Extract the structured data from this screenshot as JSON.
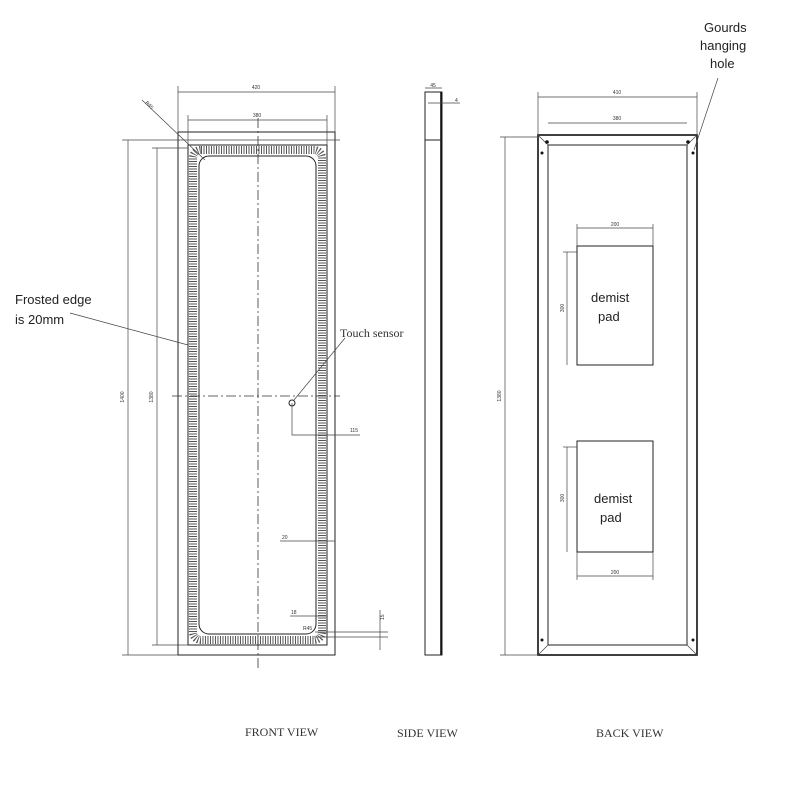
{
  "annotations": {
    "frosted_edge_line1": "Frosted edge",
    "frosted_edge_line2": "is 20mm",
    "touch_sensor": "Touch sensor",
    "gourds_line1": "Gourds",
    "gourds_line2": "hanging",
    "gourds_line3": "hole",
    "demist_pad": "demist",
    "demist_pad2": "pad"
  },
  "views": {
    "front": "FRONT VIEW",
    "side": "SIDE VIEW",
    "back": "BACK VIEW"
  },
  "dimensions": {
    "front_width": "420",
    "front_inner_width": "380",
    "front_height": "1400",
    "front_inner_height": "1380",
    "corner_radius": "R45",
    "sensor_offset": "115",
    "frost_width": "20",
    "edge_offset": "18",
    "corner_small": "R45",
    "bottom_offset": "15",
    "side_depth": "45",
    "side_glass": "4",
    "back_width": "410",
    "back_inner_width": "380",
    "back_height": "1380",
    "pad_width": "200",
    "pad_height": "300"
  }
}
